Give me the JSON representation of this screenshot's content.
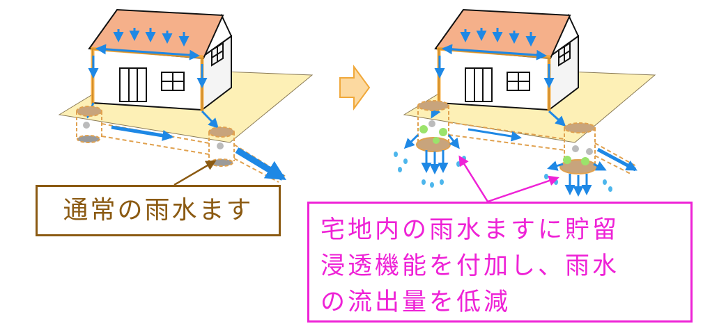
{
  "labels": {
    "normal_inlet": "通常の雨水ます",
    "description_lines": [
      "宅地内の雨水ますに貯留",
      "浸透機能を付加し、雨水",
      "の流出量を低減"
    ]
  },
  "colors": {
    "roof": "#f5b08a",
    "ground": "#fdf0b6",
    "water_arrow": "#1e88e5",
    "gutter": "#f5a52f",
    "inlet": "#c8a47c",
    "normal_label": "#8b5a12",
    "description_label": "#ee22d6",
    "transition_arrow": "#fcd9a0",
    "vegetation": "#9be36b"
  },
  "icons": {
    "transition": "right-arrow-icon",
    "rain": "rain-drops-icon"
  }
}
